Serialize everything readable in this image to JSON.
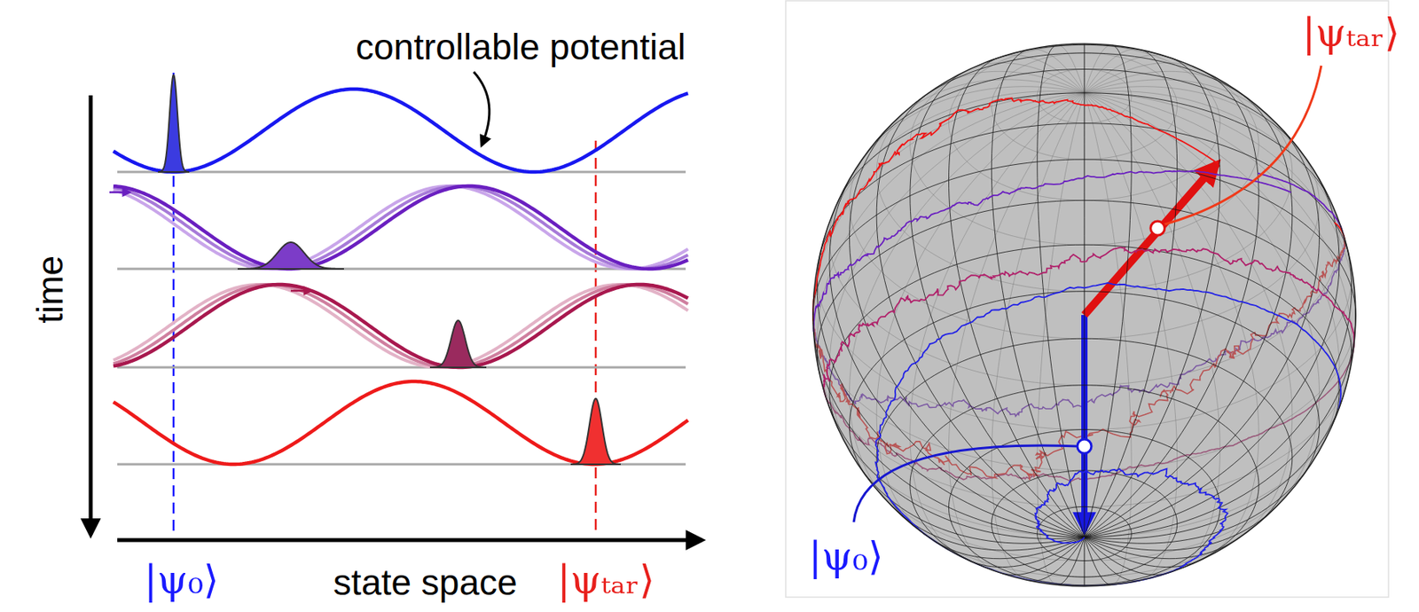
{
  "diagram": {
    "labels": [
      "controllable potential",
      "time",
      "state space",
      "|ψ₀⟩",
      "|ψₜₐᵣ⟩",
      "|ψₜₐᵣ⟩",
      "|ψ₀⟩"
    ]
  }
}
